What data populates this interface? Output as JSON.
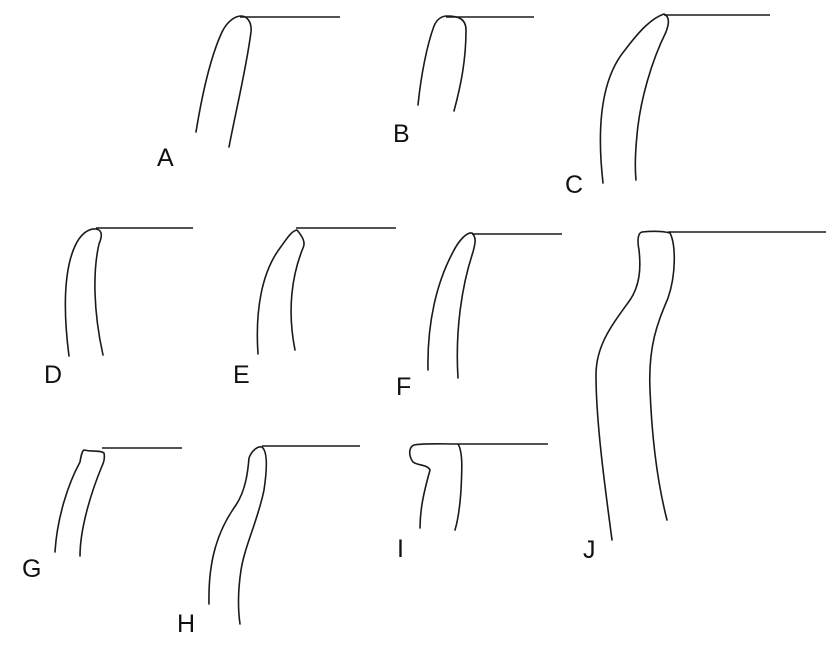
{
  "figure": {
    "ink_color": "#1a1a1a",
    "background_color": "#ffffff",
    "panels": [
      {
        "id": "a",
        "label": "A"
      },
      {
        "id": "b",
        "label": "B"
      },
      {
        "id": "c",
        "label": "C"
      },
      {
        "id": "d",
        "label": "D"
      },
      {
        "id": "e",
        "label": "E"
      },
      {
        "id": "f",
        "label": "F"
      },
      {
        "id": "g",
        "label": "G"
      },
      {
        "id": "h",
        "label": "H"
      },
      {
        "id": "i",
        "label": "I"
      },
      {
        "id": "j",
        "label": "J"
      }
    ]
  }
}
